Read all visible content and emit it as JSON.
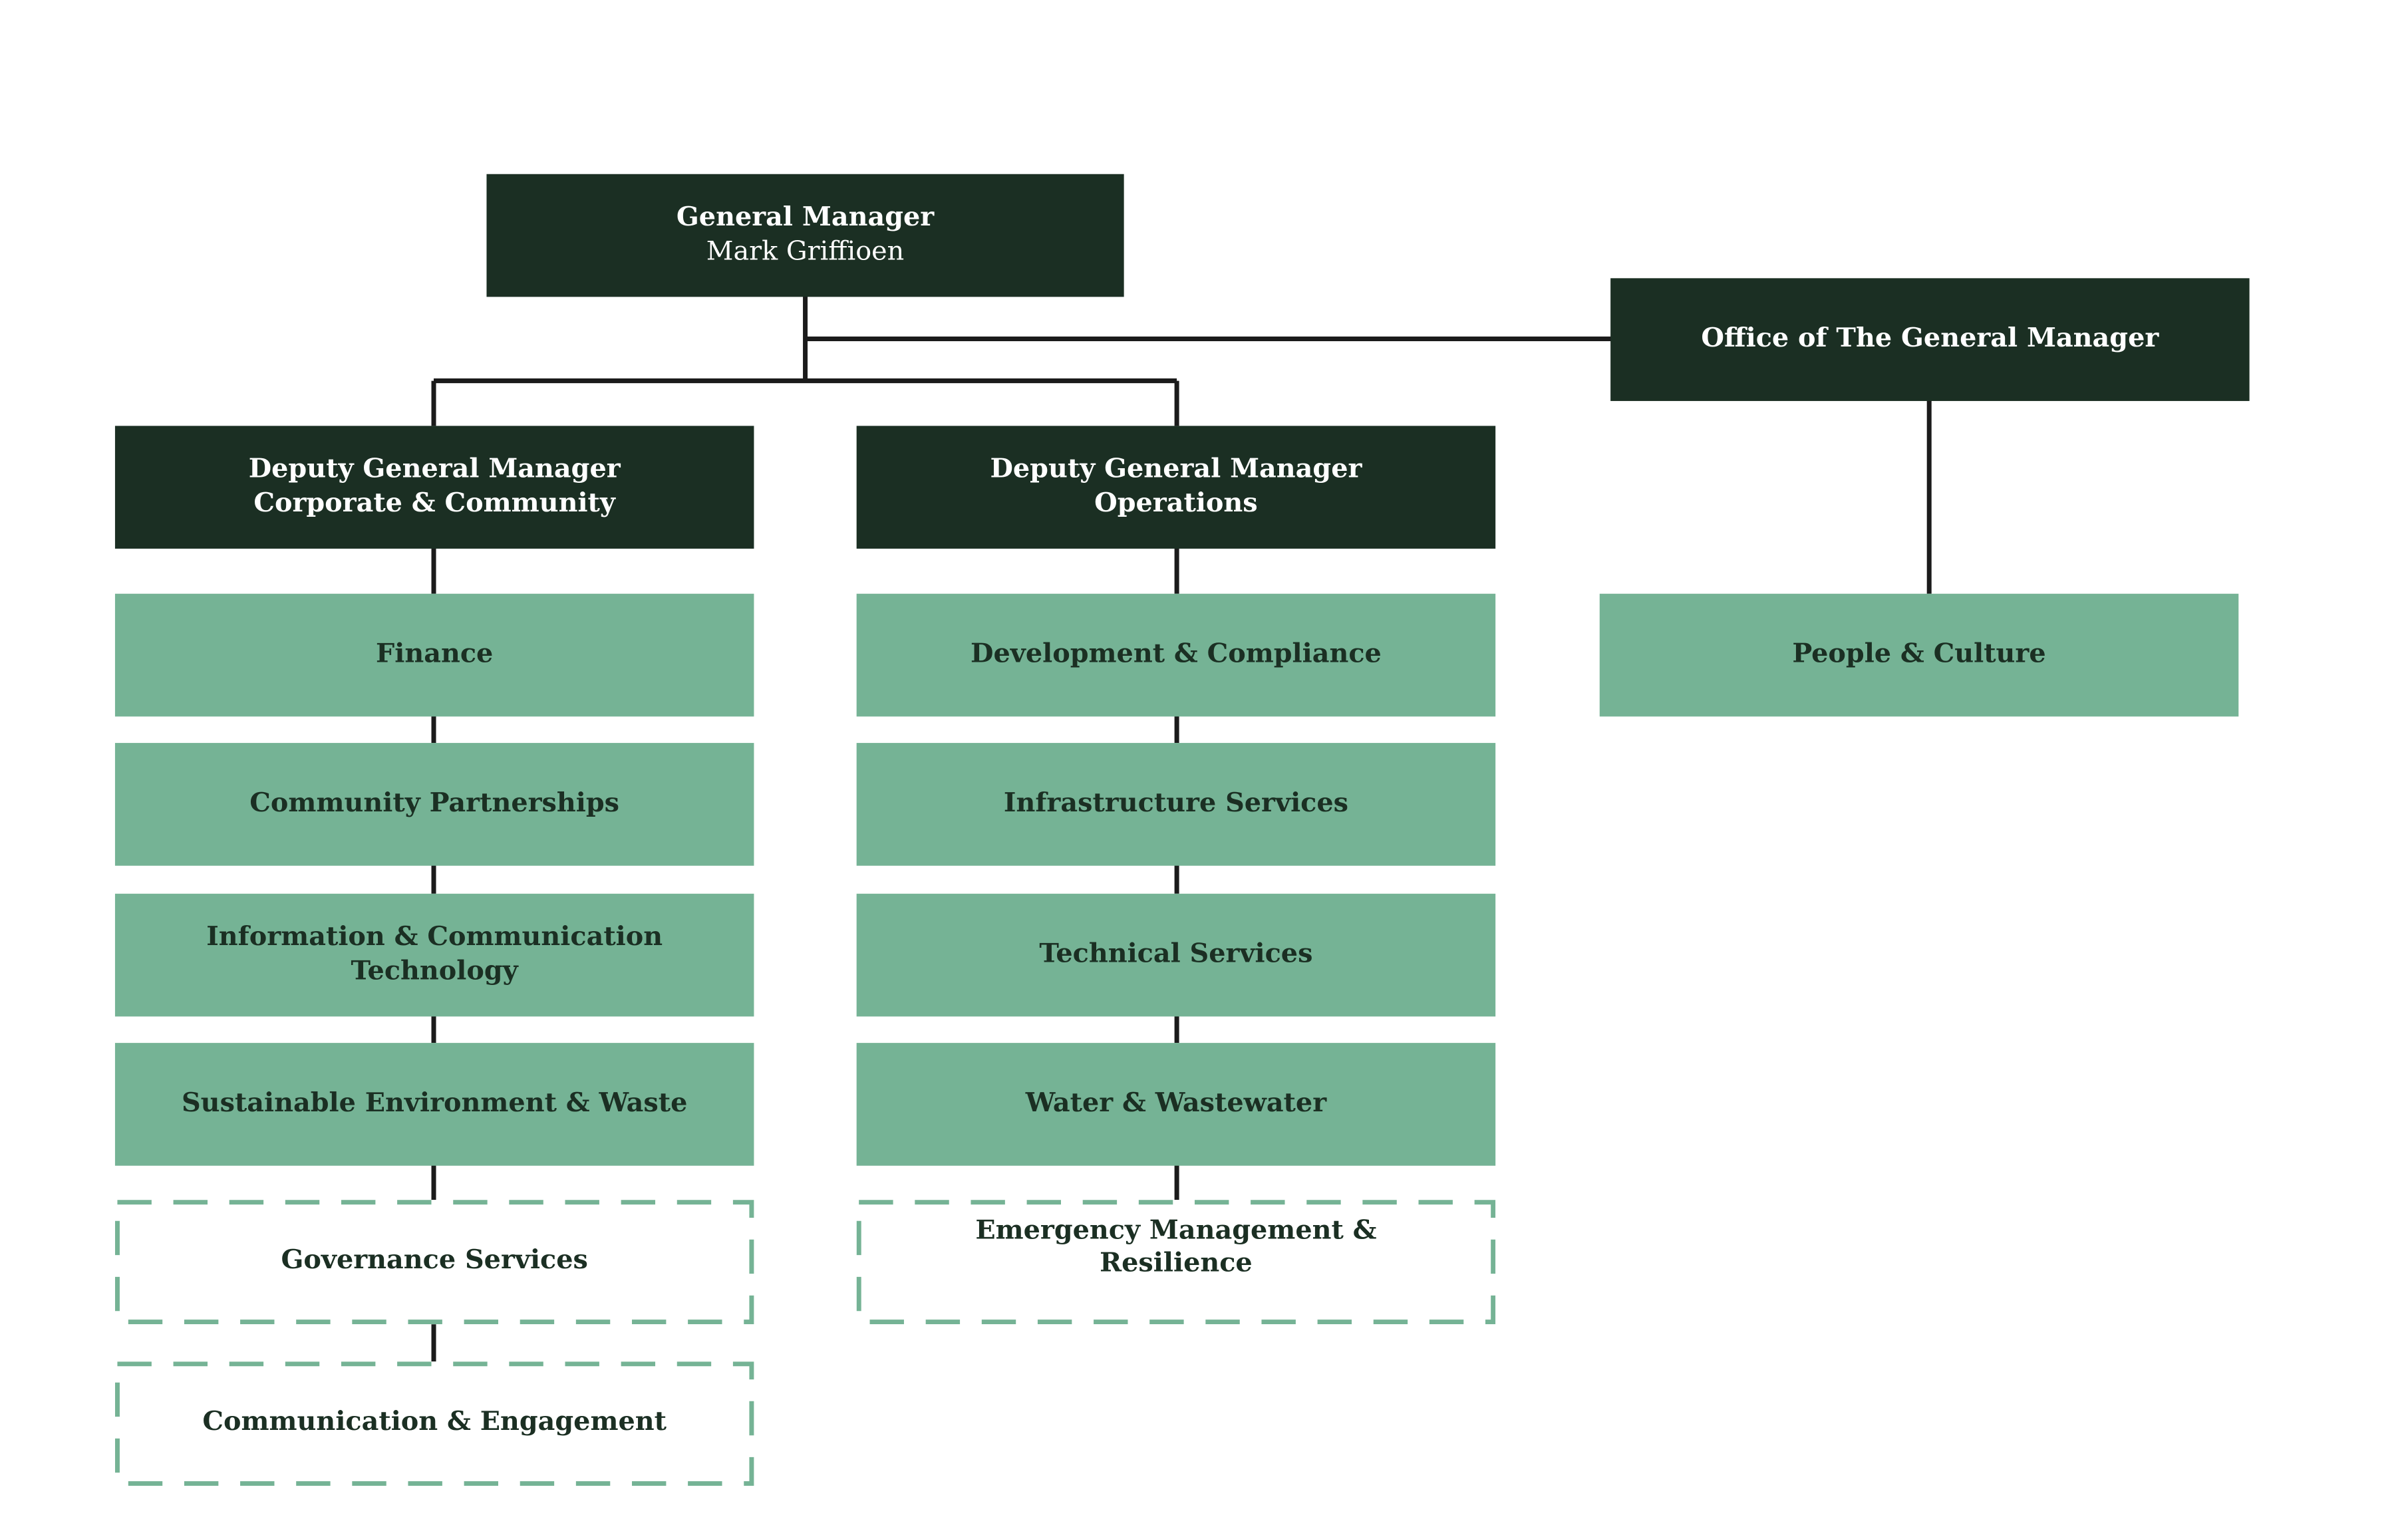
{
  "colors": {
    "dark": "#1b2f23",
    "green": "#75b395",
    "connector": "#1b1b1b",
    "background": "#ffffff"
  },
  "general_manager": {
    "title": "General Manager",
    "name": "Mark Griffioen"
  },
  "office_gm": {
    "title": "Office of The General Manager"
  },
  "dgm_corporate": {
    "line1": "Deputy General Manager",
    "line2": "Corporate & Community"
  },
  "dgm_operations": {
    "line1": "Deputy General Manager",
    "line2": "Operations"
  },
  "corporate_units": {
    "finance": "Finance",
    "community_partnerships": "Community Partnerships",
    "ict_line1": "Information & Communication",
    "ict_line2": "Technology",
    "sustainable": "Sustainable Environment & Waste",
    "governance": "Governance Services",
    "communication": "Communication & Engagement"
  },
  "operations_units": {
    "development": "Development & Compliance",
    "infrastructure": "Infrastructure Services",
    "technical": "Technical Services",
    "water": "Water & Wastewater",
    "emergency_line1": "Emergency Management &",
    "emergency_line2": "Resilience"
  },
  "office_units": {
    "people_culture": "People & Culture"
  }
}
